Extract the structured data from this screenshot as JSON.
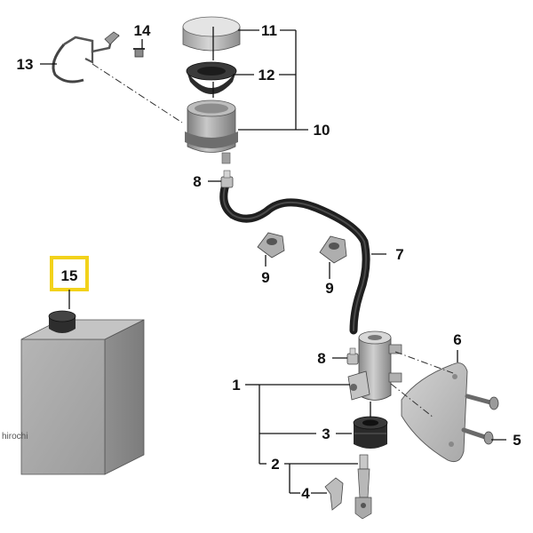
{
  "diagram": {
    "watermark": "hirochi",
    "highlight_color": "#f2d21b",
    "callouts": [
      {
        "id": "c1",
        "label": "1"
      },
      {
        "id": "c2",
        "label": "2"
      },
      {
        "id": "c3",
        "label": "3"
      },
      {
        "id": "c4",
        "label": "4"
      },
      {
        "id": "c5",
        "label": "5"
      },
      {
        "id": "c6",
        "label": "6"
      },
      {
        "id": "c7",
        "label": "7"
      },
      {
        "id": "c8a",
        "label": "8"
      },
      {
        "id": "c8b",
        "label": "8"
      },
      {
        "id": "c9a",
        "label": "9"
      },
      {
        "id": "c9b",
        "label": "9"
      },
      {
        "id": "c10",
        "label": "10"
      },
      {
        "id": "c11",
        "label": "11"
      },
      {
        "id": "c12",
        "label": "12"
      },
      {
        "id": "c13",
        "label": "13"
      },
      {
        "id": "c14",
        "label": "14"
      },
      {
        "id": "c15",
        "label": "15"
      }
    ]
  }
}
